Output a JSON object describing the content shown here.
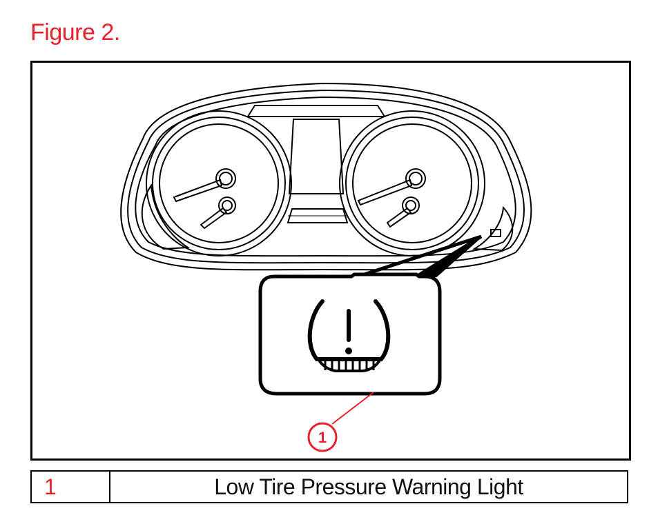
{
  "figure": {
    "title": "Figure 2."
  },
  "callout": {
    "number": "1"
  },
  "legend": {
    "number": "1",
    "description": "Low Tire Pressure Warning Light"
  },
  "colors": {
    "accent_red": "#e8202a",
    "line": "#000000",
    "background": "#ffffff"
  },
  "icons": {
    "warning": "tire-pressure-warning-icon"
  }
}
